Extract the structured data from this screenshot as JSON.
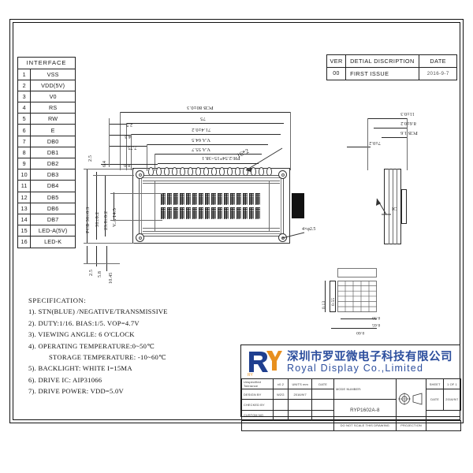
{
  "interface_table": {
    "header": "INTERFACE",
    "rows": [
      {
        "no": "1",
        "name": "VSS"
      },
      {
        "no": "2",
        "name": "VDD(5V)"
      },
      {
        "no": "3",
        "name": "V0"
      },
      {
        "no": "4",
        "name": "RS"
      },
      {
        "no": "5",
        "name": "RW"
      },
      {
        "no": "6",
        "name": "E"
      },
      {
        "no": "7",
        "name": "DB0"
      },
      {
        "no": "8",
        "name": "DB1"
      },
      {
        "no": "9",
        "name": "DB2"
      },
      {
        "no": "10",
        "name": "DB3"
      },
      {
        "no": "11",
        "name": "DB4"
      },
      {
        "no": "12",
        "name": "DB5"
      },
      {
        "no": "13",
        "name": "DB6"
      },
      {
        "no": "14",
        "name": "DB7"
      },
      {
        "no": "15",
        "name": "LED-A(5V)"
      },
      {
        "no": "16",
        "name": "LED-K"
      }
    ]
  },
  "revision_table": {
    "headers": [
      "VER",
      "DETIAL DISCRIPTION",
      "DATE"
    ],
    "rows": [
      {
        "ver": "00",
        "desc": "FIRST ISSUE",
        "date": "2016-9-7"
      }
    ]
  },
  "dimensions": {
    "top_horizontal": [
      "PCB 80±0.3",
      "75",
      "71.4±0.2",
      "V.A 64.5",
      "V.A 55.7",
      "PH:2.54*15=38.1"
    ],
    "left_small": [
      "2.5",
      "4.3",
      "7.75",
      "8.0"
    ],
    "left_vertical": [
      "PCB 36±0.3",
      "31±0.2",
      "23.8±0.2",
      "V.A 14.5",
      "2.5",
      "6.4"
    ],
    "bottom_left": [
      "2.5",
      "5.8",
      "10.45"
    ],
    "side_view": [
      "11±0.3",
      "8.6±0.2",
      "PCB 1.6",
      "7±0.2"
    ],
    "detail_matrix": [
      "0.55",
      "0.50",
      "0.13",
      "0.65",
      "0.60"
    ],
    "hole_note": "4×φ2.5",
    "angle_note": "16*2",
    "ic_label": "IC"
  },
  "specification": {
    "title": "SPECIFICATION:",
    "items": [
      "1). STN(BLUE) /NEGATIVE/TRANSMISSIVE",
      "2). DUTY:1/16.  BIAS:1/5.  VOP=4.7V",
      "3). VIEWING ANGLE: 6 O'CLOCK",
      "4). OPERATING TEMPERATURE:0~50℃",
      "STORAGE TEMPERATURE: -10~60℃",
      "5). BACKLIGHT: WHITE  I=15MA",
      "6). DRIVE IC: AIP31066",
      "7). DRIVE POWER: VDD=5.0V"
    ]
  },
  "title_block": {
    "company_cn": "深圳市罗亚微电子科技有限公司",
    "company_en": "Royal Display Co.,Limited",
    "logo_text": "RY",
    "brand_color": "#2d4f9e",
    "fields": {
      "tolerance_label": "Unspecified Tolerance",
      "tolerance_value": "±0.2",
      "units_label": "UNITS mm",
      "date_label": "DATE",
      "design_label": "DESIGN  BY",
      "design_value": "WZG",
      "design_date": "2016/9/7",
      "checked_label": "CHECKED  BY",
      "custom_label": "CUSTOM NO",
      "model_label": "MODE NUMBER:",
      "model_value": "RYP1602A-8",
      "noscale_label": "DO NOT SCALE THIS DRAWING",
      "projection_label": "PROJECTION",
      "sheet_label": "SHEET",
      "sheet_value": "1 OF 1",
      "date2_label": "DATE",
      "date2_value": "2016/9/7"
    }
  }
}
